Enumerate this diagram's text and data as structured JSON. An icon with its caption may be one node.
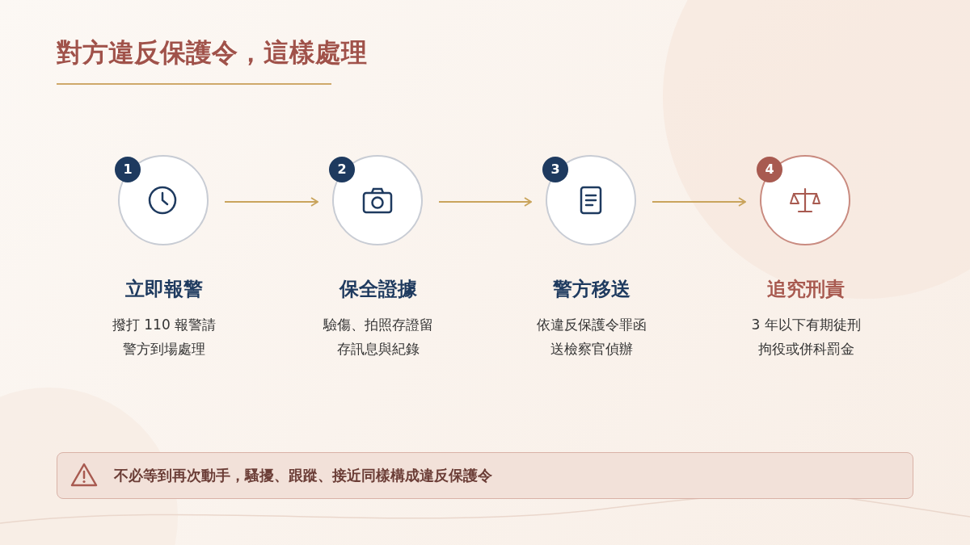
{
  "diagram": {
    "title": "對方違反保護令，這樣處理",
    "nodes": [
      {
        "text": [
          "1",
          "立即報警",
          "撥打 110 報警請警方到場處理"
        ]
      },
      {
        "text": [
          "2",
          "保全證據",
          "驗傷、拍照存證留存訊息與紀錄"
        ]
      },
      {
        "text": [
          "3",
          "警方移送",
          "依違反保護令罪函送檢察官偵辦"
        ]
      },
      {
        "text": [
          "4",
          "追究刑責",
          "3 年以下有期徒刑拘役或併科罰金"
        ]
      },
      {
        "text": [
          "不必等到再次動手，騷擾、跟蹤、接近同樣構成違反保護令"
        ]
      }
    ],
    "edges": [
      {
        "from": 0,
        "to": 1,
        "arrow": "to"
      },
      {
        "from": 1,
        "to": 2,
        "arrow": "to"
      },
      {
        "from": 2,
        "to": 3,
        "arrow": "to"
      }
    ]
  }
}
